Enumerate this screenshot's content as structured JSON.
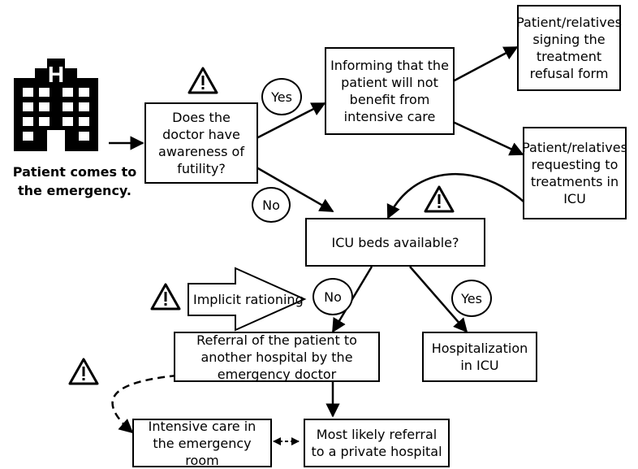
{
  "patient_label": "Patient comes to the emergency.",
  "nodes": {
    "awareness": "Does the doctor have awareness of futility?",
    "informing": "Informing that the patient will not benefit from intensive care",
    "refusal": "Patient/relatives signing the treatment refusal form",
    "requesting": "Patient/relatives requesting to treatments in ICU",
    "icu_beds": "ICU beds available?",
    "referral": "Referral of the patient to another hospital by the emergency doctor",
    "hospitalization": "Hospitalization in ICU",
    "intensive_er": "Intensive care in the emergency room",
    "private": "Most likely referral to a private hospital"
  },
  "decisions": {
    "yes_1": "Yes",
    "no_1": "No",
    "no_2": "No",
    "yes_2": "Yes"
  },
  "implicit_rationing": "Implicit rationing",
  "icons": [
    "hospital-icon",
    "warning-icon"
  ]
}
